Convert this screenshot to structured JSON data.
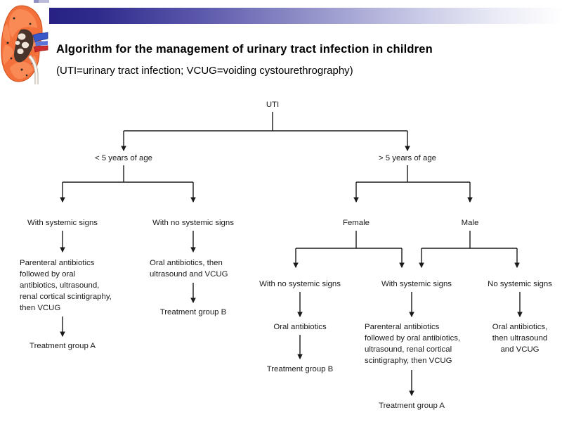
{
  "header": {
    "title": "Algorithm for the management of urinary tract infection in children",
    "subtitle": "(UTI=urinary tract infection; VCUG=voiding cystourethrography)",
    "gradient_start": "#262083",
    "gradient_end": "#ffffff",
    "kidney_icon": "kidney-cross-section-icon"
  },
  "flow": {
    "root": "UTI",
    "age_left": "< 5 years of age",
    "age_right": "> 5 years of age",
    "l1_signs": "With systemic signs",
    "l1_plan": "Parenteral antibiotics followed by oral antibiotics, ultrasound, renal cortical scintigraphy, then VCUG",
    "l1_plan_lines": [
      "Parenteral antibiotics",
      "followed by oral",
      "antibiotics, ultrasound,",
      "renal cortical scintigraphy,",
      "then VCUG"
    ],
    "l1_outcome": "Treatment group A",
    "l2_signs": "With no systemic signs",
    "l2_plan_lines": [
      "Oral antibiotics, then",
      "ultrasound and VCUG"
    ],
    "l2_outcome": "Treatment group B",
    "sex_female": "Female",
    "sex_male": "Male",
    "r1_signs": "With no systemic signs",
    "r1_plan": "Oral antibiotics",
    "r1_outcome": "Treatment group B",
    "r2_signs": "With systemic signs",
    "r2_plan_lines": [
      "Parenteral antibiotics",
      "followed by oral antibiotics,",
      "ultrasound, renal cortical",
      "scintigraphy, then VCUG"
    ],
    "r2_outcome": "Treatment group A",
    "r3_signs": "No systemic signs",
    "r3_plan_lines": [
      "Oral antibiotics,",
      "then ultrasound",
      "and VCUG"
    ]
  }
}
